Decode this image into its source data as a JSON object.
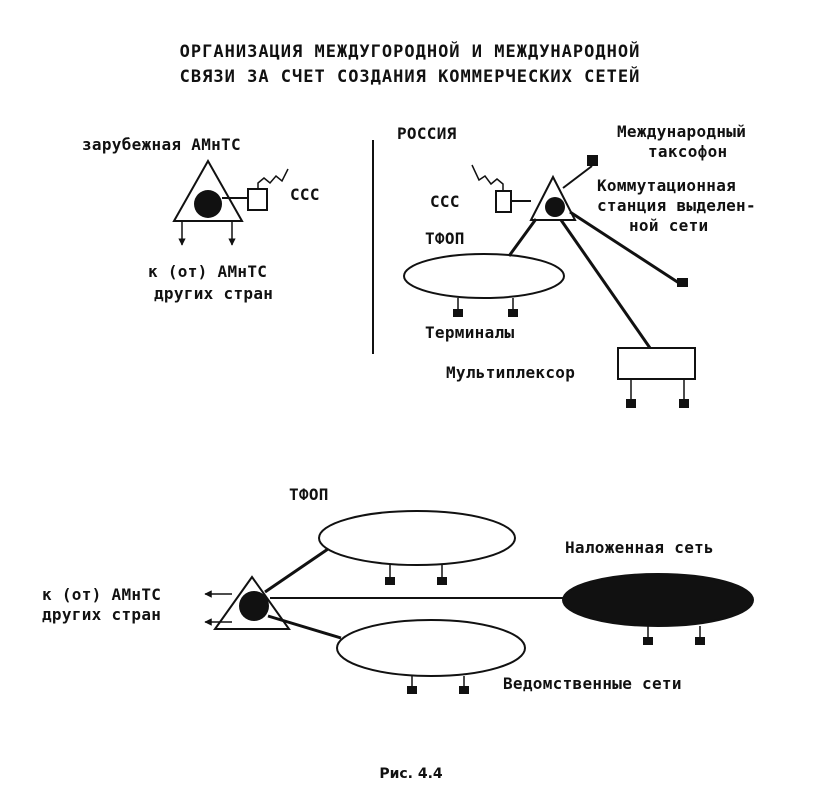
{
  "title": {
    "line1": "ОРГАНИЗАЦИЯ МЕЖДУГОРОДНОЙ И МЕЖДУНАРОДНОЙ",
    "line2": "СВЯЗИ ЗА СЧЕТ СОЗДАНИЯ КОММЕРЧЕСКИХ СЕТЕЙ"
  },
  "left_panel": {
    "station_label": "зарубежная АМнТС",
    "sss_label": "ССС",
    "bottom_label_1": "к (от) АМнТС",
    "bottom_label_2": "других стран"
  },
  "right_panel": {
    "country_label": "РОССИЯ",
    "sss_label": "ССС",
    "payphone_1": "Международный",
    "payphone_2": "таксофон",
    "station_1": "Коммутационная",
    "station_2": "станция выделен-",
    "station_3": "ной сети",
    "tfop_label": "ТФОП",
    "terminals_label": "Терминалы",
    "mux_label": "Мультиплексор"
  },
  "bottom_panel": {
    "tfop_label": "ТФОП",
    "overlay_label": "Наложенная сеть",
    "side_label_1": "к (от) АМнТС",
    "side_label_2": "других стран",
    "departmental_label": "Ведомственные сети"
  },
  "caption": "Рис. 4.4",
  "colors": {
    "ink": "#111111",
    "background": "#ffffff"
  }
}
